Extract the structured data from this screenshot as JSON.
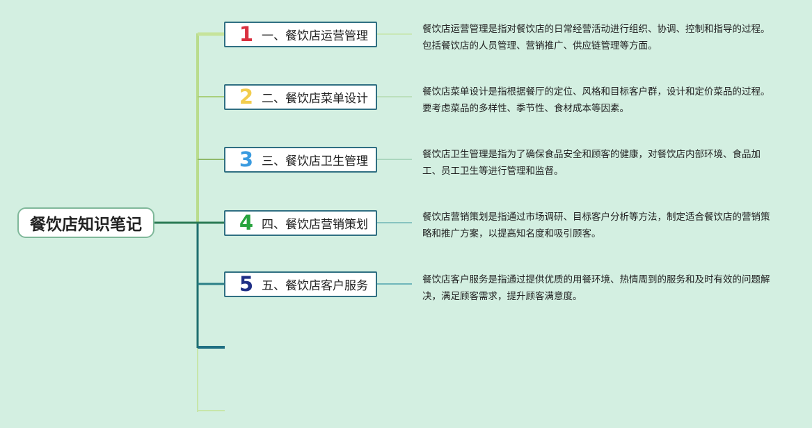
{
  "root": {
    "title": "餐饮店知识笔记"
  },
  "branches": [
    {
      "number": "1",
      "number_color": "#d9303f",
      "label": "一、餐饮店运营管理",
      "description": "餐饮店运营管理是指对餐饮店的日常经营活动进行组织、协调、控制和指导的过程。包括餐饮店的人员管理、营销推广、供应链管理等方面。"
    },
    {
      "number": "2",
      "number_color": "#f2cd4e",
      "label": "二、餐饮店菜单设计",
      "description": "餐饮店菜单设计是指根据餐厅的定位、风格和目标客户群，设计和定价菜品的过程。要考虑菜品的多样性、季节性、食材成本等因素。"
    },
    {
      "number": "3",
      "number_color": "#3a9be0",
      "label": "三、餐饮店卫生管理",
      "description": "餐饮店卫生管理是指为了确保食品安全和顾客的健康，对餐饮店内部环境、食品加工、员工卫生等进行管理和监督。"
    },
    {
      "number": "4",
      "number_color": "#27a33d",
      "label": "四、餐饮店营销策划",
      "description": "餐饮店营销策划是指通过市场调研、目标客户分析等方法，制定适合餐饮店的营销策略和推广方案，以提高知名度和吸引顾客。"
    },
    {
      "number": "5",
      "number_color": "#1f2f86",
      "label": "五、餐饮店客户服务",
      "description": "餐饮店客户服务是指通过提供优质的用餐环境、热情周到的服务和及时有效的问题解决，满足顾客需求，提升顾客满意度。"
    }
  ],
  "colors": {
    "background": "#d3efe1",
    "branch_border": "#2f6f82",
    "root_border": "#7fb89a"
  }
}
